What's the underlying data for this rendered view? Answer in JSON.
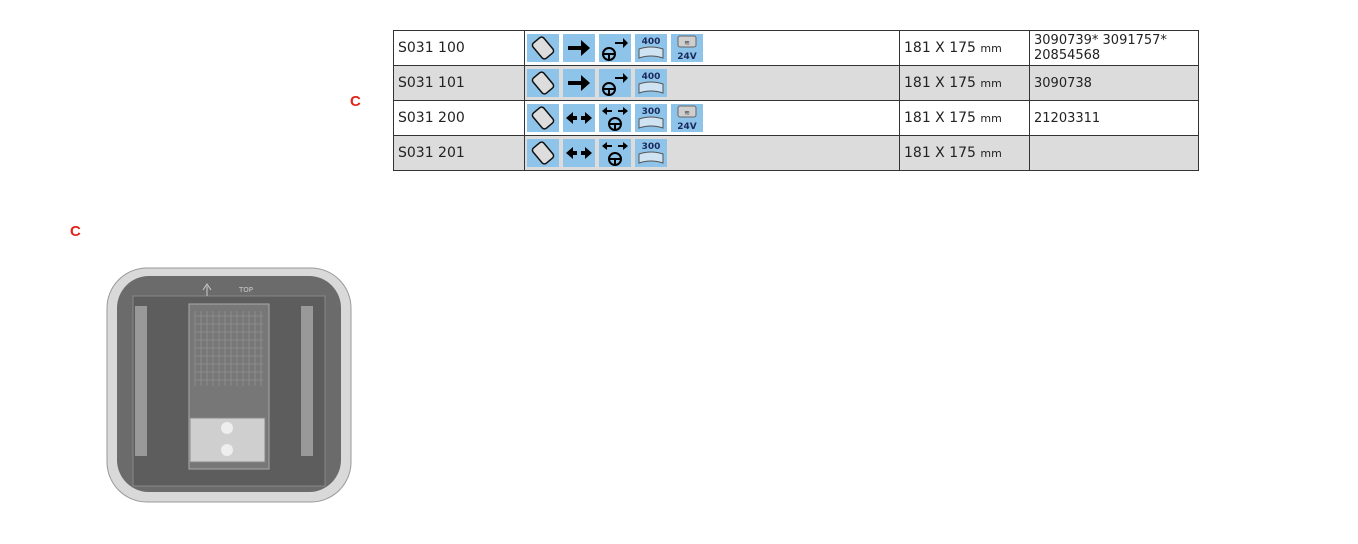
{
  "labels": {
    "section_c_top": "C",
    "section_c_bottom": "C"
  },
  "rows": [
    {
      "code": "S031 100",
      "icons": [
        "mirror-glass-icon",
        "arrow-right-icon",
        "steering-right-icon",
        "curve-400-icon",
        "heated-24v-icon"
      ],
      "curve": "400",
      "heated": true,
      "heat_label": "24V",
      "size": "181 X 175",
      "unit": "mm",
      "refs": "3090739* 3091757* 20854568"
    },
    {
      "code": "S031 101",
      "icons": [
        "mirror-glass-icon",
        "arrow-right-icon",
        "steering-right-icon",
        "curve-400-icon"
      ],
      "curve": "400",
      "heated": false,
      "size": "181 X 175",
      "unit": "mm",
      "refs": "3090738"
    },
    {
      "code": "S031 200",
      "icons": [
        "mirror-glass-icon",
        "arrow-both-icon",
        "steering-both-icon",
        "curve-300-icon",
        "heated-24v-icon"
      ],
      "curve": "300",
      "heated": true,
      "heat_label": "24V",
      "size": "181 X 175",
      "unit": "mm",
      "refs": "21203311"
    },
    {
      "code": "S031 201",
      "icons": [
        "mirror-glass-icon",
        "arrow-both-icon",
        "steering-both-icon",
        "curve-300-icon"
      ],
      "curve": "300",
      "heated": false,
      "size": "181 X 175",
      "unit": "mm",
      "refs": ""
    }
  ],
  "product_image": {
    "top_label": "TOP"
  },
  "colors": {
    "icon_bg": "#8fc4ea",
    "row_alt": "#dcdcdc",
    "accent_red": "#e2231a"
  }
}
